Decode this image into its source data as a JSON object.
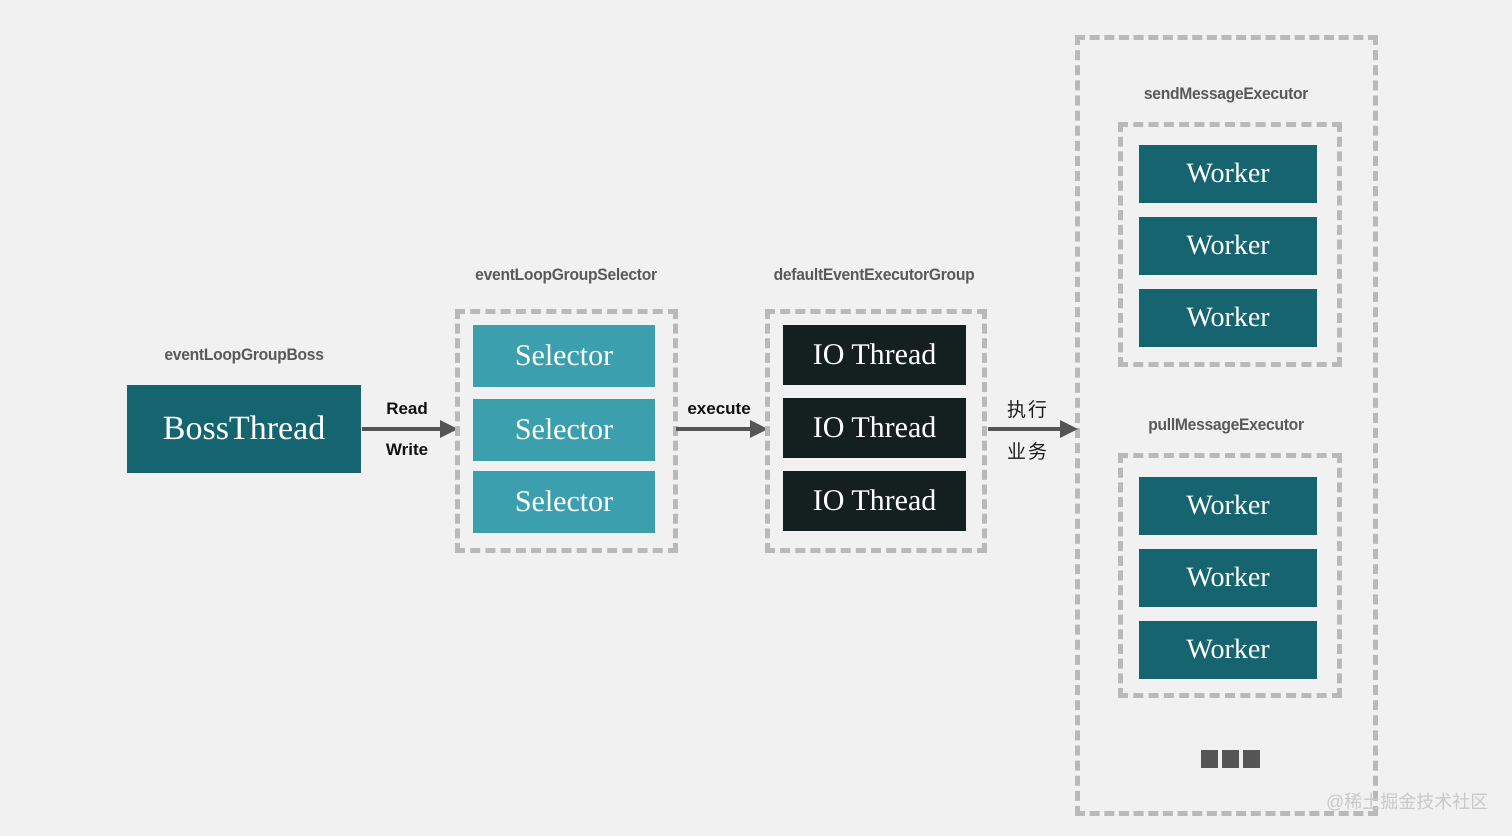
{
  "diagram": {
    "background_color": "#f1f1f1",
    "title_hidden": true,
    "groups": {
      "boss": {
        "caption": "eventLoopGroupBoss",
        "node_label": "BossThread",
        "node_color": "#156570"
      },
      "selector": {
        "caption": "eventLoopGroupSelector",
        "node_color": "#3c9fae",
        "nodes": [
          {
            "label": "Selector"
          },
          {
            "label": "Selector"
          },
          {
            "label": "Selector"
          }
        ]
      },
      "default_event_executor": {
        "caption": "defaultEventExecutorGroup",
        "node_color": "#13201f",
        "nodes": [
          {
            "label": "IO Thread"
          },
          {
            "label": "IO Thread"
          },
          {
            "label": "IO Thread"
          }
        ]
      },
      "send_message_executor": {
        "caption": "sendMessageExecutor",
        "node_color": "#15646f",
        "nodes": [
          {
            "label": "Worker"
          },
          {
            "label": "Worker"
          },
          {
            "label": "Worker"
          }
        ]
      },
      "pull_message_executor": {
        "caption": "pullMessageExecutor",
        "node_color": "#15646f",
        "nodes": [
          {
            "label": "Worker"
          },
          {
            "label": "Worker"
          },
          {
            "label": "Worker"
          }
        ]
      },
      "executor_container": {
        "more_indicator": "ellipsis-three-squares"
      }
    },
    "arrows": [
      {
        "name": "boss-to-selector",
        "label_top": "Read",
        "label_bottom": "Write",
        "color": "#555555"
      },
      {
        "name": "selector-to-io-thread",
        "label_top": "execute",
        "label_bottom": "",
        "color": "#555555"
      },
      {
        "name": "io-thread-to-executors",
        "label_top": "执行",
        "label_bottom": "业务",
        "color": "#555555"
      }
    ],
    "watermark": "@稀土掘金技术社区"
  }
}
